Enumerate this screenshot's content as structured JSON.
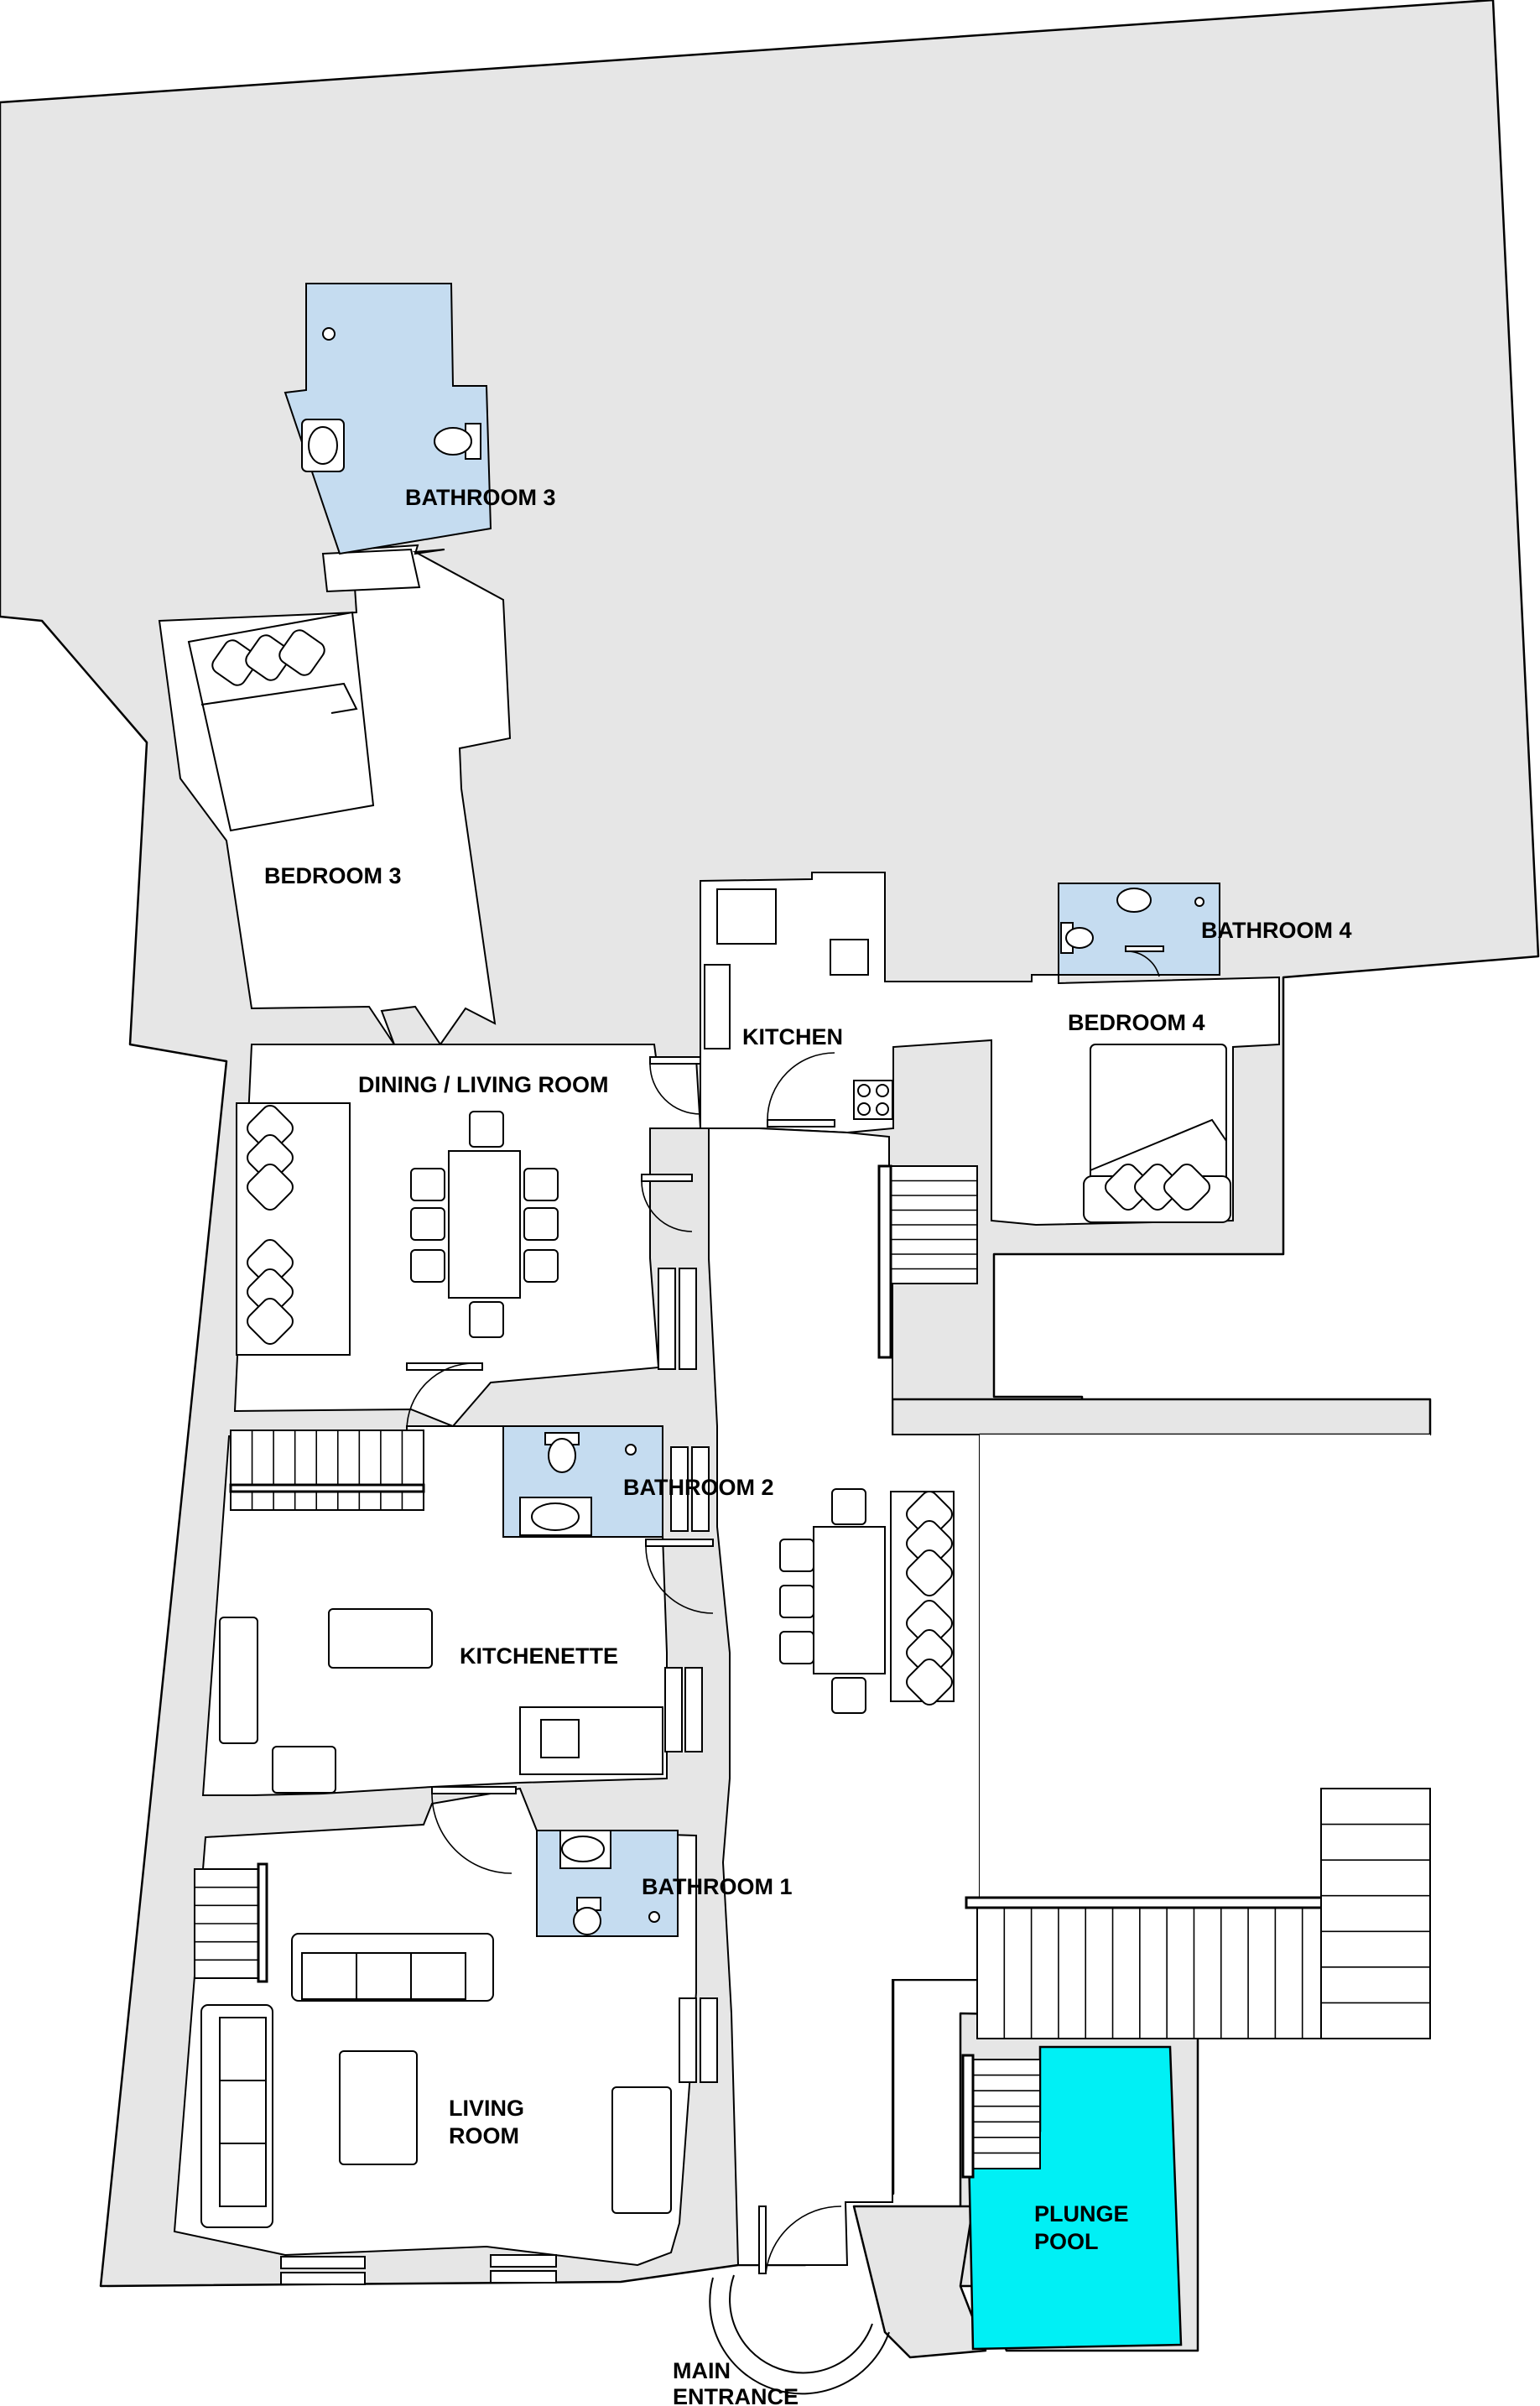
{
  "colors": {
    "wall": "#e6e6e6",
    "room": "#ffffff",
    "bathroom": "#c5dcf0",
    "pool": "#00f0f5",
    "outline": "#000000"
  },
  "rooms": {
    "bathroom3": "BATHROOM 3",
    "bedroom3": "BEDROOM 3",
    "kitchen": "KITCHEN",
    "bathroom4": "BATHROOM 4",
    "bedroom4": "BEDROOM 4",
    "dining_living": "DINING / LIVING ROOM",
    "bathroom2": "BATHROOM 2",
    "kitchenette": "KITCHENETTE",
    "bathroom1": "BATHROOM 1",
    "living_room_line1": "LIVING",
    "living_room_line2": "ROOM",
    "plunge_pool_line1": "PLUNGE",
    "plunge_pool_line2": "POOL",
    "entrance_line1": "MAIN",
    "entrance_line2": "ENTRANCE"
  },
  "icons": [
    "bed-icon",
    "sofa-icon",
    "dining-table-icon",
    "chair-icon",
    "toilet-icon",
    "sink-icon",
    "shower-icon",
    "hob-icon",
    "door-icon",
    "staircase-icon",
    "pillow-icon",
    "window-icon"
  ]
}
